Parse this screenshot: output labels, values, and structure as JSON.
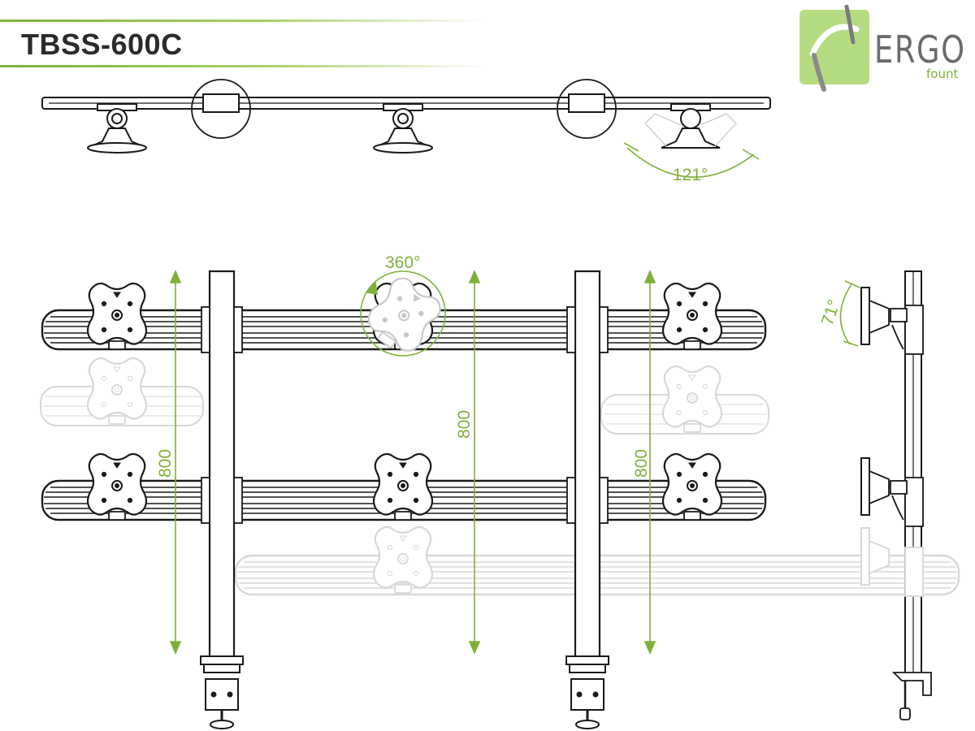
{
  "header": {
    "title": "TBSS-600C"
  },
  "logo": {
    "word": "ERGO",
    "sub": "fount"
  },
  "annotations": {
    "top_swivel_angle": "121°",
    "rotation_angle": "360°",
    "tilt_angle": "71°",
    "height_left": "800",
    "height_center": "800",
    "height_right": "800"
  },
  "colors": {
    "accent": "#7fb13a",
    "line": "#1a1a1a",
    "ghost": "#d6d6d6"
  }
}
